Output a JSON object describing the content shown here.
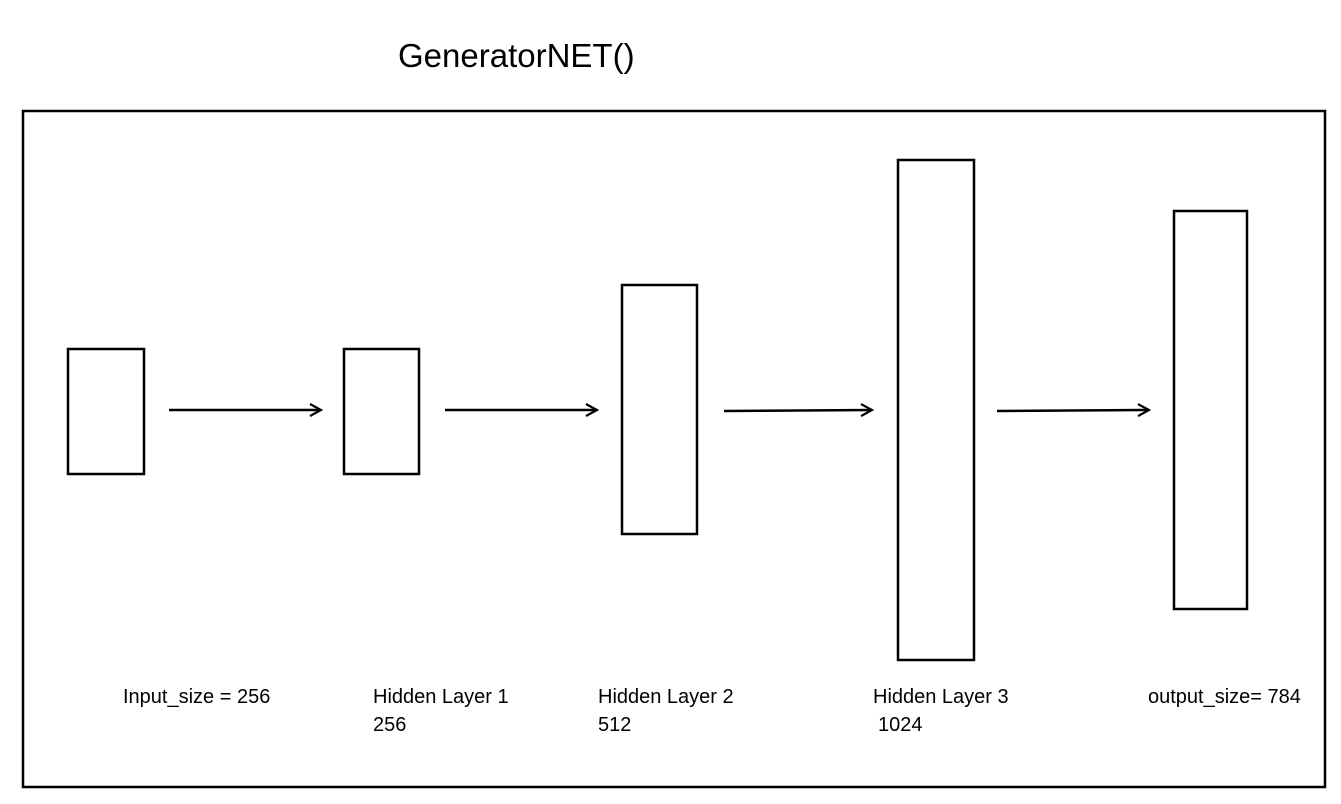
{
  "title": "GeneratorNET()",
  "layers": [
    {
      "label": "Input_size = 256",
      "size": ""
    },
    {
      "label": "Hidden Layer 1",
      "size": "256"
    },
    {
      "label": "Hidden Layer 2",
      "size": "512"
    },
    {
      "label": "Hidden Layer 3",
      "size": "1024"
    },
    {
      "label": "output_size= 784",
      "size": ""
    }
  ],
  "colors": {
    "stroke": "#000000",
    "background": "#ffffff"
  }
}
